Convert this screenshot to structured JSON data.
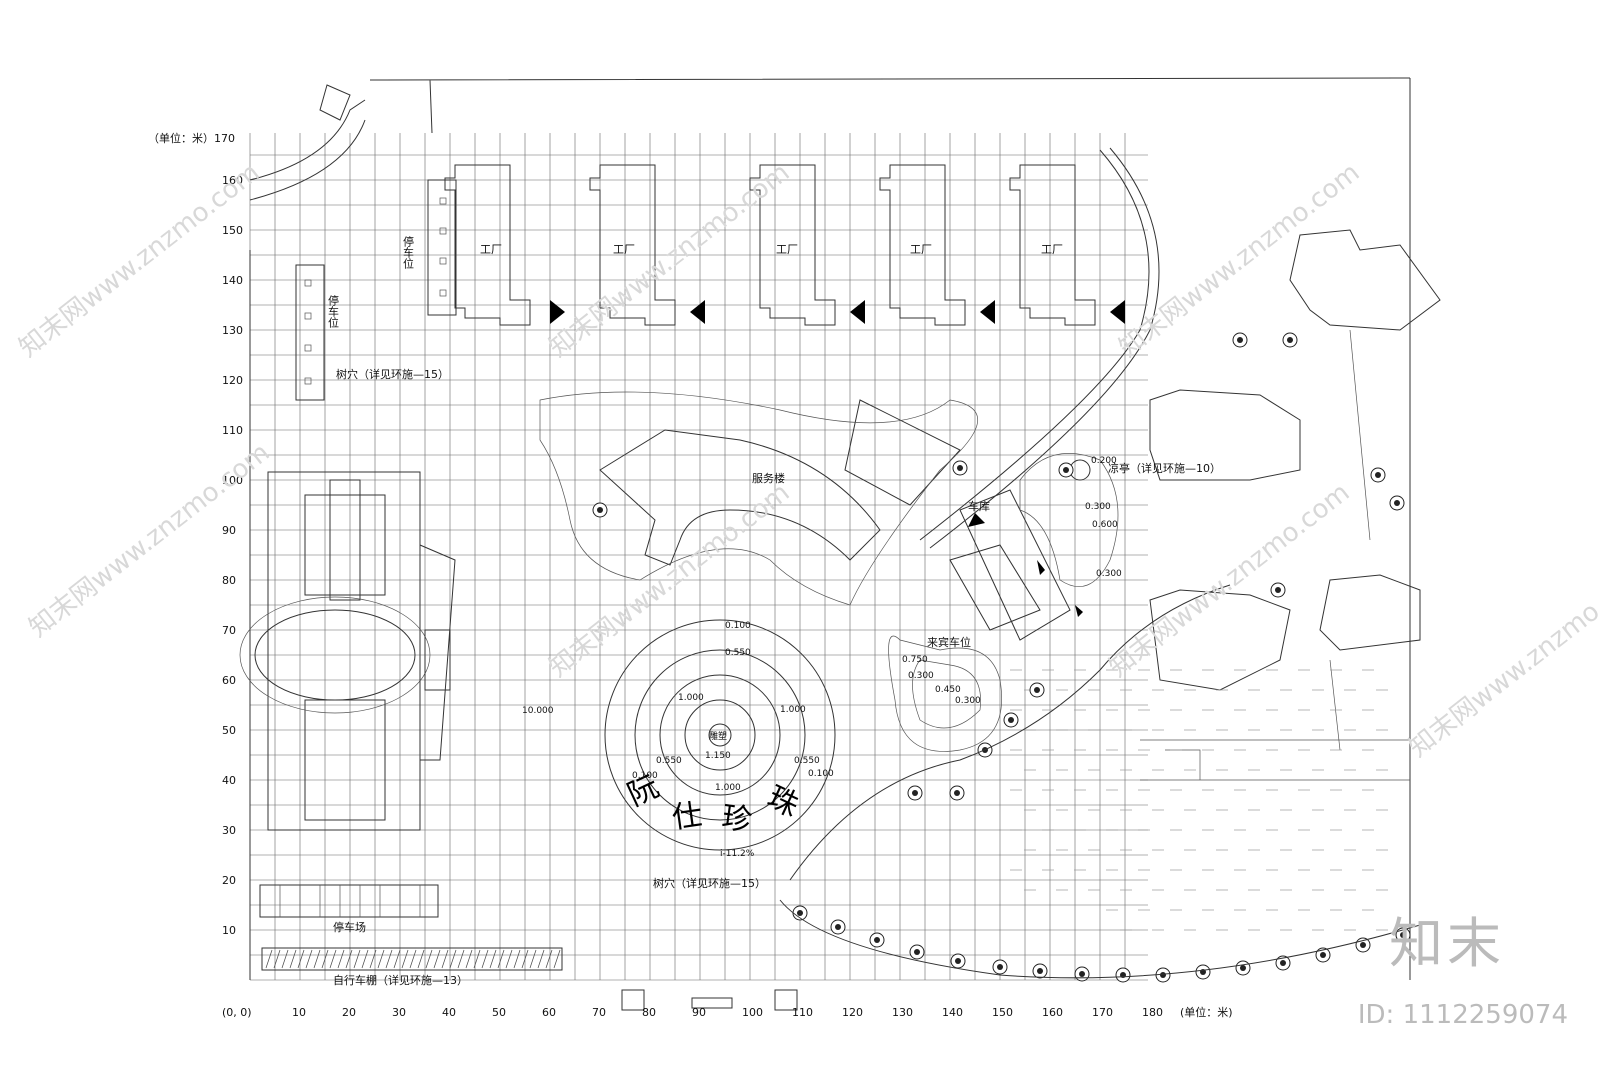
{
  "axes": {
    "unit_top": "（单位：米）170",
    "unit_right": "(单位：米)",
    "origin": "(0, 0)",
    "x_ticks": [
      "10",
      "20",
      "30",
      "40",
      "50",
      "60",
      "70",
      "80",
      "90",
      "100",
      "110",
      "120",
      "130",
      "140",
      "150",
      "160",
      "170",
      "180"
    ],
    "y_ticks": [
      "160",
      "150",
      "140",
      "130",
      "120",
      "110",
      "100",
      "90",
      "80",
      "70",
      "60",
      "50",
      "40",
      "30",
      "20",
      "10"
    ]
  },
  "labels": {
    "factory": "工厂",
    "parking_top": "停车位",
    "parking_left": "停车位",
    "tree_pit_top": "树穴（详见环施—15）",
    "tree_pit_bottom": "树穴（详见环施—15）",
    "service_building": "服务楼",
    "garage": "车库",
    "pavilion": "凉亭（详见环施—10）",
    "guest_parking": "来宾车位",
    "sculpture": "雕塑",
    "parking_lot": "停车场",
    "bike_shed": "自行车棚（详见环施—13）",
    "slope": "i-11.2%",
    "big_text": [
      "阮",
      "仕",
      "珍",
      "珠"
    ]
  },
  "elevations": {
    "e0": "0.100",
    "e1": "0.550",
    "e2": "1.000",
    "e3": "1.000",
    "e4": "1.150",
    "e5": "0.550",
    "e6": "0.100",
    "e7": "0.550",
    "e8": "0.100",
    "e9": "1.000",
    "e10": "10.000",
    "e11": "0.750",
    "e12": "0.300",
    "e13": "0.450",
    "e14": "0.300",
    "e15": "0.200",
    "e16": "0.300",
    "e17": "0.600",
    "e18": "0.300"
  },
  "watermark": {
    "text": "知末网www.znzmo.com",
    "logo": "知末",
    "id": "ID: 1112259074"
  }
}
